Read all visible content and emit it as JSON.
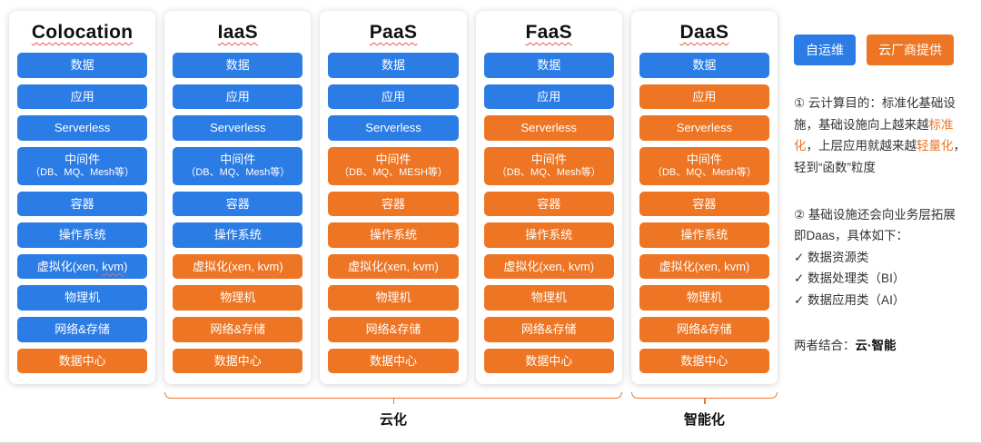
{
  "colors": {
    "blue": "#2B7CE5",
    "orange": "#ED7524"
  },
  "legend": {
    "self_label": "自运维",
    "vendor_label": "云厂商提供"
  },
  "columns": [
    {
      "title": "Colocation",
      "cells": [
        {
          "text": "数据",
          "color": "blue"
        },
        {
          "text": "应用",
          "color": "blue"
        },
        {
          "text": "Serverless",
          "color": "blue"
        },
        {
          "text": "中间件",
          "sub": "（DB、MQ、Mesh等）",
          "color": "blue"
        },
        {
          "text": "容器",
          "color": "blue"
        },
        {
          "text": "操作系统",
          "color": "blue"
        },
        {
          "text": "虚拟化(xen, ",
          "squiggle": "kvm",
          "tail": ")",
          "color": "blue"
        },
        {
          "text": "物理机",
          "color": "blue"
        },
        {
          "text": "网络&存储",
          "color": "blue"
        },
        {
          "text": "数据中心",
          "color": "orange"
        }
      ]
    },
    {
      "title": "IaaS",
      "cells": [
        {
          "text": "数据",
          "color": "blue"
        },
        {
          "text": "应用",
          "color": "blue"
        },
        {
          "text": "Serverless",
          "color": "blue"
        },
        {
          "text": "中间件",
          "sub": "（DB、MQ、Mesh等）",
          "color": "blue"
        },
        {
          "text": "容器",
          "color": "blue"
        },
        {
          "text": "操作系统",
          "color": "blue"
        },
        {
          "text": "虚拟化(xen, ",
          "squiggle": "kvm",
          "tail": ")",
          "color": "orange"
        },
        {
          "text": "物理机",
          "color": "orange"
        },
        {
          "text": "网络&存储",
          "color": "orange"
        },
        {
          "text": "数据中心",
          "color": "orange"
        }
      ]
    },
    {
      "title": "PaaS",
      "cells": [
        {
          "text": "数据",
          "color": "blue"
        },
        {
          "text": "应用",
          "color": "blue"
        },
        {
          "text": "Serverless",
          "color": "blue"
        },
        {
          "text": "中间件",
          "sub": "（DB、MQ、MESH等）",
          "color": "orange"
        },
        {
          "text": "容器",
          "color": "orange"
        },
        {
          "text": "操作系统",
          "color": "orange"
        },
        {
          "text": "虚拟化(xen, ",
          "squiggle": "kvm",
          "tail": ")",
          "color": "orange"
        },
        {
          "text": "物理机",
          "color": "orange"
        },
        {
          "text": "网络&存储",
          "color": "orange"
        },
        {
          "text": "数据中心",
          "color": "orange"
        }
      ]
    },
    {
      "title": "FaaS",
      "cells": [
        {
          "text": "数据",
          "color": "blue"
        },
        {
          "text": "应用",
          "color": "blue"
        },
        {
          "text": "Serverless",
          "color": "orange"
        },
        {
          "text": "中间件",
          "sub": "（DB、MQ、Mesh等）",
          "color": "orange"
        },
        {
          "text": "容器",
          "color": "orange"
        },
        {
          "text": "操作系统",
          "color": "orange"
        },
        {
          "text": "虚拟化(xen, ",
          "squiggle": "kvm",
          "tail": ")",
          "color": "orange"
        },
        {
          "text": "物理机",
          "color": "orange"
        },
        {
          "text": "网络&存储",
          "color": "orange"
        },
        {
          "text": "数据中心",
          "color": "orange"
        }
      ]
    },
    {
      "title": "DaaS",
      "cells": [
        {
          "text": "数据",
          "color": "blue"
        },
        {
          "text": "应用",
          "color": "orange"
        },
        {
          "text": "Serverless",
          "color": "orange"
        },
        {
          "text": "中间件",
          "sub": "（DB、MQ、Mesh等）",
          "color": "orange"
        },
        {
          "text": "容器",
          "color": "orange"
        },
        {
          "text": "操作系统",
          "color": "orange"
        },
        {
          "text": "虚拟化(xen, ",
          "squiggle": "kvm",
          "tail": ")",
          "color": "orange"
        },
        {
          "text": "物理机",
          "color": "orange"
        },
        {
          "text": "网络&存储",
          "color": "orange"
        },
        {
          "text": "数据中心",
          "color": "orange"
        }
      ]
    }
  ],
  "brackets": [
    {
      "label": "云化"
    },
    {
      "label": "智能化"
    }
  ],
  "notes": {
    "note1_segments": [
      {
        "text": "① 云计算目的：标准化基础设施，基础设施向上越来越"
      },
      {
        "text": "标准化",
        "highlight": true
      },
      {
        "text": "，上层应用就越来越"
      },
      {
        "text": "轻量化",
        "highlight": true
      },
      {
        "text": "，轻到“函数”粒度"
      }
    ],
    "note2_text": "② 基础设施还会向业务层拓展即Daas，具体如下：",
    "check_glyph": "✓",
    "note2_items": [
      "数据资源类",
      "数据处理类（BI）",
      "数据应用类（AI）"
    ],
    "conclusion_prefix": "两者结合：",
    "conclusion_bold": "云·智能"
  }
}
